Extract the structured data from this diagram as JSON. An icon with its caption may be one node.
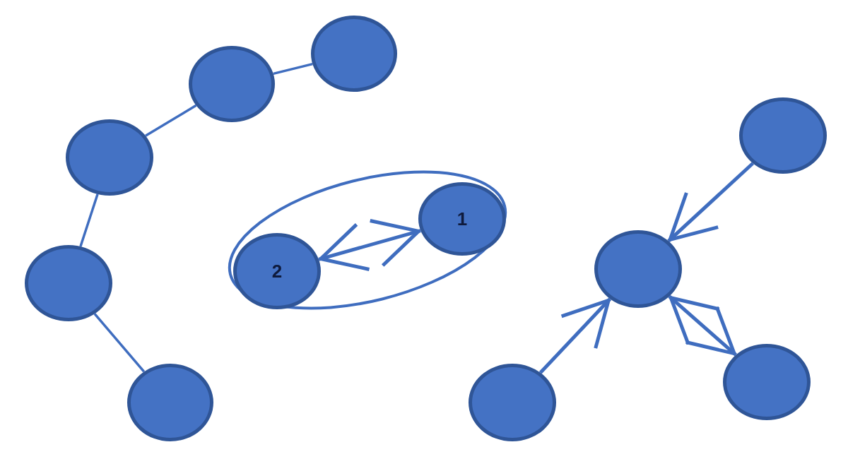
{
  "diagram": {
    "nodes": [
      {
        "text": [],
        "shape": "circle"
      },
      {
        "text": [],
        "shape": "circle"
      },
      {
        "text": [],
        "shape": "circle"
      },
      {
        "text": [],
        "shape": "circle"
      },
      {
        "text": [],
        "shape": "circle"
      },
      {
        "text": [],
        "shape": "ellipse"
      },
      {
        "text": [
          "1"
        ],
        "in": 5
      },
      {
        "text": [
          "2"
        ],
        "in": 5
      },
      {
        "text": [],
        "shape": "circle"
      },
      {
        "text": [],
        "shape": "circle"
      },
      {
        "text": [],
        "shape": "circle"
      },
      {
        "text": [],
        "shape": "circle"
      }
    ],
    "edges": [
      {
        "from": 0,
        "to": 1,
        "arrow": "none"
      },
      {
        "from": 1,
        "to": 2,
        "arrow": "none"
      },
      {
        "from": 2,
        "to": 3,
        "arrow": "none"
      },
      {
        "from": 3,
        "to": 4,
        "arrow": "none"
      },
      {
        "from": 7,
        "to": 6,
        "arrow": "both"
      },
      {
        "from": 8,
        "to": 9,
        "arrow": "to"
      },
      {
        "from": 10,
        "to": 9,
        "arrow": "to"
      },
      {
        "from": 9,
        "to": 11,
        "arrow": "both"
      }
    ]
  }
}
